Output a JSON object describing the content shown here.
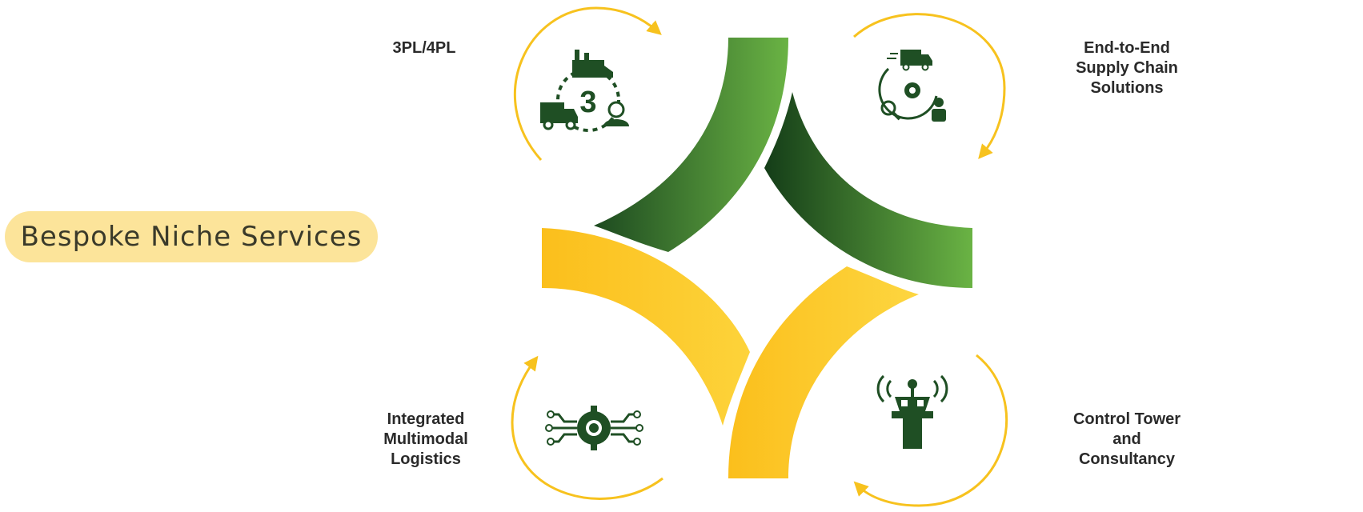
{
  "heading": {
    "label": "Bespoke Niche Services"
  },
  "services": {
    "top_left": {
      "label": "3PL/4PL",
      "icon": "factory-truck-person-cycle-icon"
    },
    "top_right": {
      "label": "End-to-End\nSupply Chain\nSolutions",
      "icon": "supply-chain-cycle-icon"
    },
    "bottom_left": {
      "label": "Integrated\nMultimodal\nLogistics",
      "icon": "gear-circuit-icon"
    },
    "bottom_right": {
      "label": "Control Tower\nand\nConsultancy",
      "icon": "control-tower-icon"
    }
  },
  "center_badge": "3",
  "colors": {
    "dark_green": "#1d4a20",
    "light_green": "#6ab344",
    "yellow": "#fbbf1c",
    "light_yellow": "#fdd33a",
    "pill": "#fce49a"
  }
}
